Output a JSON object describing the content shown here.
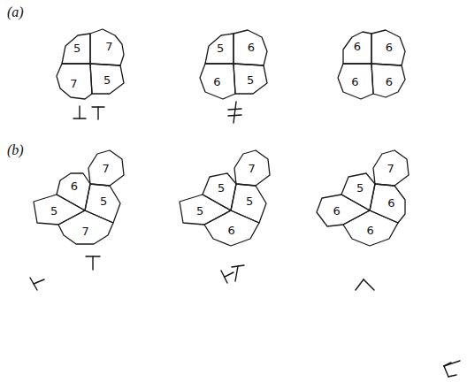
{
  "diagram": {
    "nodes": [
      {
        "text": [
          "5"
        ]
      },
      {
        "text": [
          "7"
        ]
      },
      {
        "text": [
          "7"
        ]
      },
      {
        "text": [
          "5"
        ]
      },
      {
        "text": [
          "5"
        ]
      },
      {
        "text": [
          "6"
        ]
      },
      {
        "text": [
          "6"
        ]
      },
      {
        "text": [
          "5"
        ]
      },
      {
        "text": [
          "6"
        ]
      },
      {
        "text": [
          "6"
        ]
      },
      {
        "text": [
          "6"
        ]
      },
      {
        "text": [
          "6"
        ]
      },
      {
        "text": [
          "7"
        ]
      },
      {
        "text": [
          "6"
        ]
      },
      {
        "text": [
          "5"
        ]
      },
      {
        "text": [
          "5"
        ]
      },
      {
        "text": [
          "7"
        ]
      },
      {
        "text": [
          "7"
        ]
      },
      {
        "text": [
          "5"
        ]
      },
      {
        "text": [
          "5"
        ]
      },
      {
        "text": [
          "5"
        ]
      },
      {
        "text": [
          "6"
        ]
      },
      {
        "text": [
          "7"
        ]
      },
      {
        "text": [
          "5"
        ]
      },
      {
        "text": [
          "6"
        ]
      },
      {
        "text": [
          "6"
        ]
      },
      {
        "text": [
          "6"
        ]
      }
    ],
    "labels": [
      "(a)",
      "(b)"
    ]
  }
}
